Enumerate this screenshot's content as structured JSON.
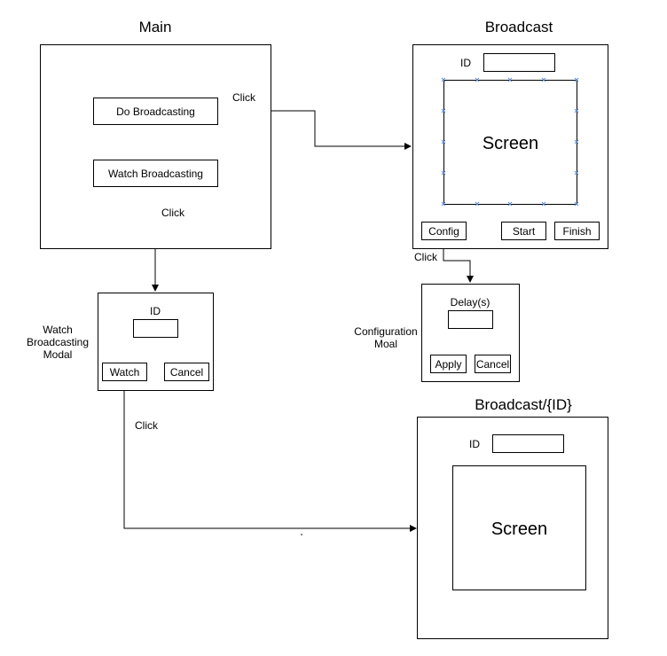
{
  "main": {
    "title": "Main",
    "do_button": "Do Broadcasting",
    "watch_button": "Watch Broadcasting"
  },
  "broadcast": {
    "title": "Broadcast",
    "id_label": "ID",
    "screen_label": "Screen",
    "config_button": "Config",
    "start_button": "Start",
    "finish_button": "Finish"
  },
  "watch_modal": {
    "caption_line1": "Watch",
    "caption_line2": "Broadcasting",
    "caption_line3": "Modal",
    "id_label": "ID",
    "watch_button": "Watch",
    "cancel_button": "Cancel"
  },
  "config_modal": {
    "caption_line1": "Configuration",
    "caption_line2": "Moal",
    "delay_label": "Delay(s)",
    "apply_button": "Apply",
    "cancel_button": "Cancel"
  },
  "broadcast_id": {
    "title": "Broadcast/{ID}",
    "id_label": "ID",
    "screen_label": "Screen"
  },
  "edges": {
    "click_do": "Click",
    "click_watch": "Click",
    "click_config": "Click",
    "click_modal_watch": "Click"
  },
  "colors": {
    "line": "#000000",
    "selection_handle": "#5b8bd6"
  }
}
